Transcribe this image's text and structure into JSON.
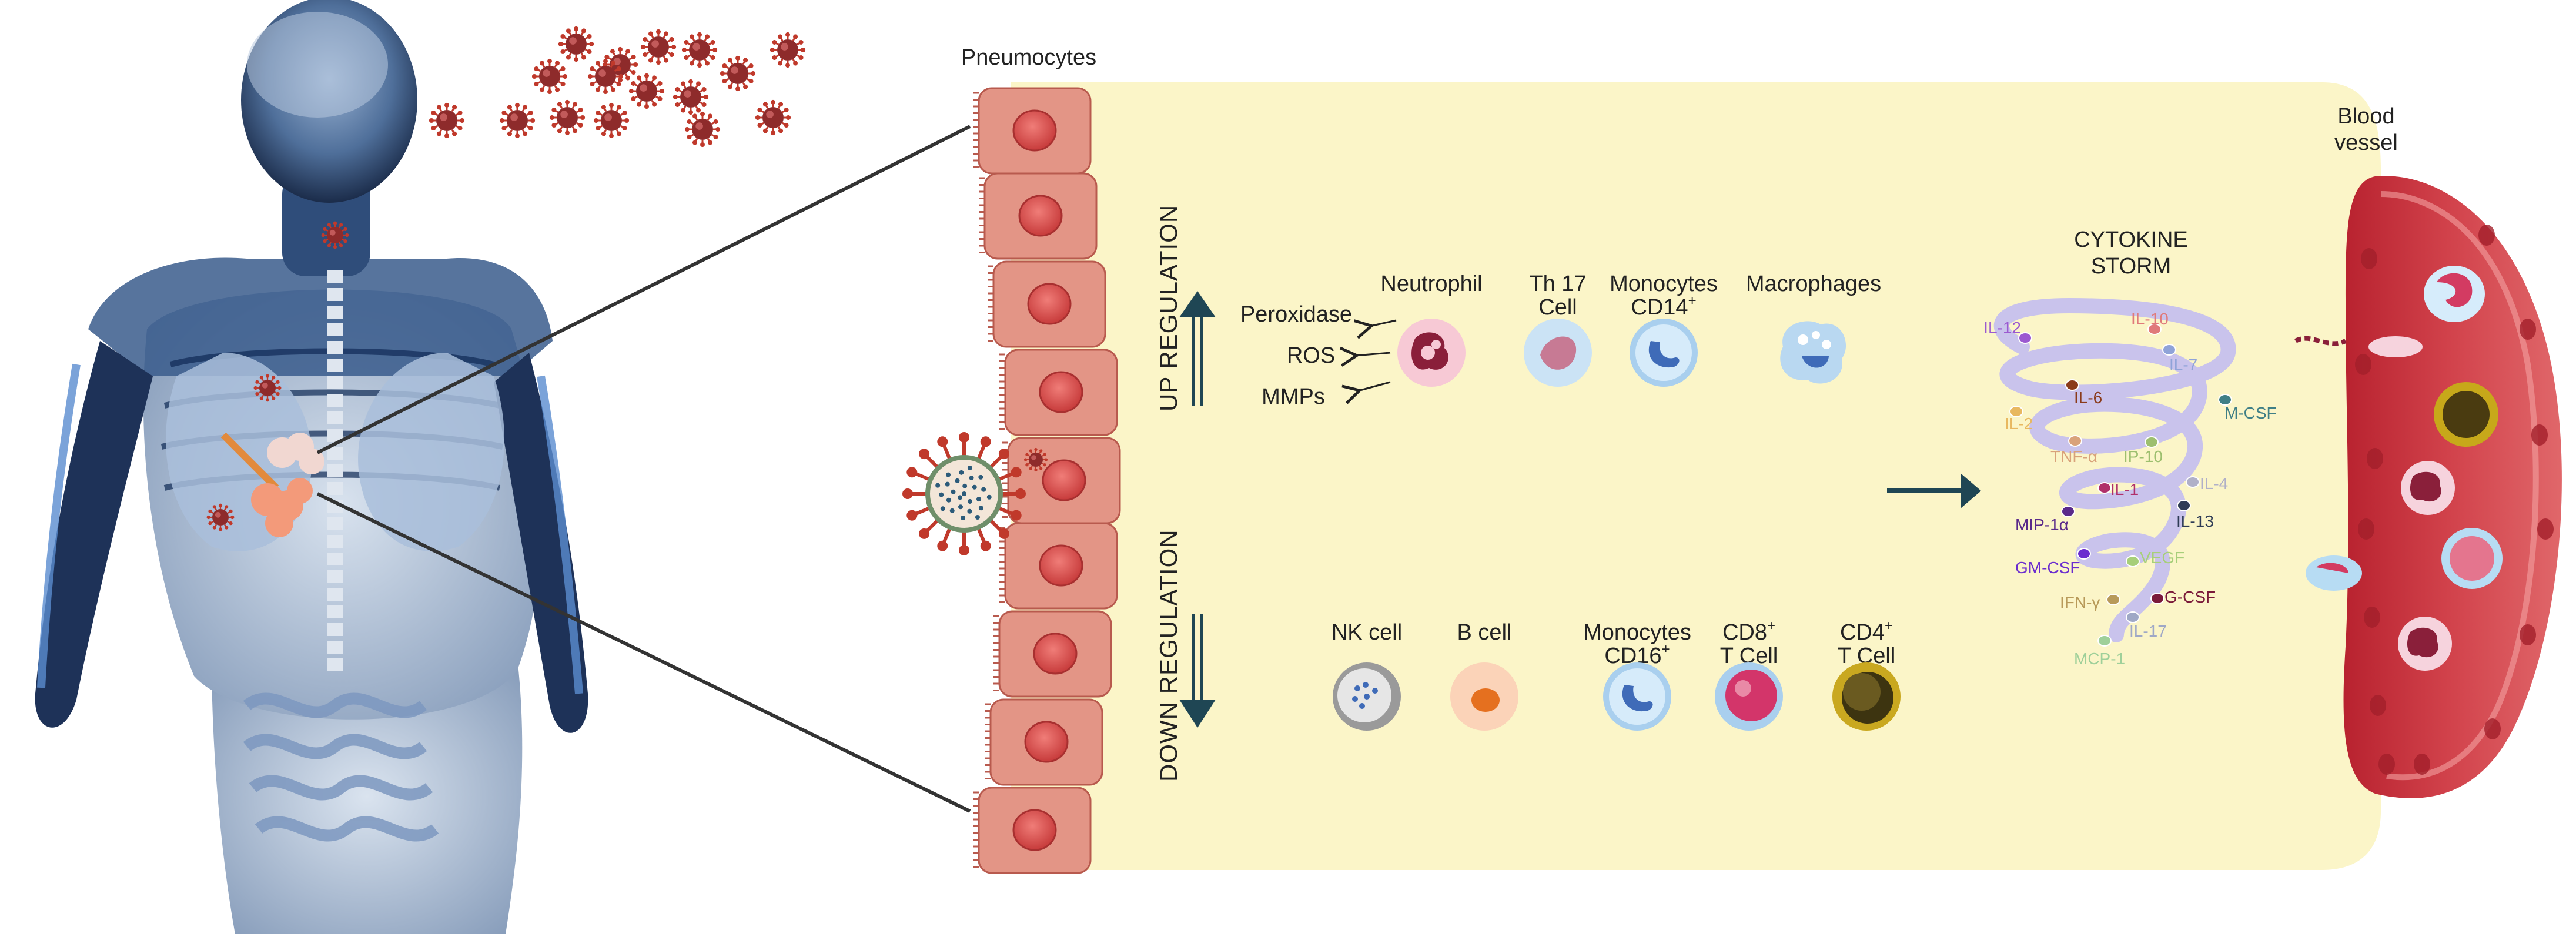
{
  "title_labels": {
    "pneumocytes": "Pneumocytes",
    "blood_vessel_line1": "Blood",
    "blood_vessel_line2": "vessel",
    "cytokine_storm_line1": "CYTOKINE",
    "cytokine_storm_line2": "STORM",
    "up_regulation": "UP REGULATION",
    "down_regulation": "DOWN REGULATION"
  },
  "up_cells": [
    {
      "line1": "Neutrophil",
      "line2": "",
      "sup": "",
      "icon": "neutrophil-icon"
    },
    {
      "line1": "Th 17",
      "line2": "Cell",
      "sup": "",
      "icon": "th17-cell-icon"
    },
    {
      "line1": "Monocytes",
      "line2": "CD14",
      "sup": "+",
      "icon": "monocyte-cd14-icon"
    },
    {
      "line1": "Macrophages",
      "line2": "",
      "sup": "",
      "icon": "macrophage-icon"
    }
  ],
  "neutrophil_products": [
    "Peroxidase",
    "ROS",
    "MMPs"
  ],
  "down_cells": [
    {
      "line1": "NK cell",
      "line2": "",
      "sup1": "",
      "sup2": "",
      "icon": "nk-cell-icon"
    },
    {
      "line1": "B cell",
      "line2": "",
      "sup1": "",
      "sup2": "",
      "icon": "b-cell-icon"
    },
    {
      "line1": "Monocytes",
      "line2": "CD16",
      "sup1": "",
      "sup2": "+",
      "icon": "monocyte-cd16-icon"
    },
    {
      "line1": "CD8",
      "line2": "T Cell",
      "sup1": "+",
      "sup2": "",
      "icon": "cd8-t-cell-icon"
    },
    {
      "line1": "CD4",
      "line2": "T Cell",
      "sup1": "+",
      "sup2": "",
      "icon": "cd4-t-cell-icon"
    }
  ],
  "cytokines": [
    {
      "name": "IL-12",
      "color": "#9b59d0"
    },
    {
      "name": "IL-10",
      "color": "#e07a7a"
    },
    {
      "name": "IL-7",
      "color": "#8fa3d8"
    },
    {
      "name": "IL-6",
      "color": "#8a3b1a"
    },
    {
      "name": "M-CSF",
      "color": "#3f7f86"
    },
    {
      "name": "IL-2",
      "color": "#e8b860"
    },
    {
      "name": "TNF-α",
      "color": "#d9a27a"
    },
    {
      "name": "IP-10",
      "color": "#9dbf6f"
    },
    {
      "name": "IL-4",
      "color": "#b0b0c8"
    },
    {
      "name": "IL-1",
      "color": "#b0306a"
    },
    {
      "name": "MIP-1α",
      "color": "#5a2a8a"
    },
    {
      "name": "IL-13",
      "color": "#2e3b55"
    },
    {
      "name": "GM-CSF",
      "color": "#6a2ccf"
    },
    {
      "name": "VEGF",
      "color": "#a7cf7a"
    },
    {
      "name": "G-CSF",
      "color": "#7a1a3a"
    },
    {
      "name": "IFN-γ",
      "color": "#b89a5a"
    },
    {
      "name": "IL-17",
      "color": "#9fa8c6"
    },
    {
      "name": "MCP-1",
      "color": "#9fd09a"
    }
  ],
  "colors": {
    "tissue_background": "#fbf5c8",
    "pneumocyte": "#e39586",
    "pneumocyte_nucleus": "#d04848",
    "vessel": "#c8303c",
    "arrow": "#1f4654",
    "storm_spiral": "#c9c3ec",
    "virus": "#c0392b"
  }
}
